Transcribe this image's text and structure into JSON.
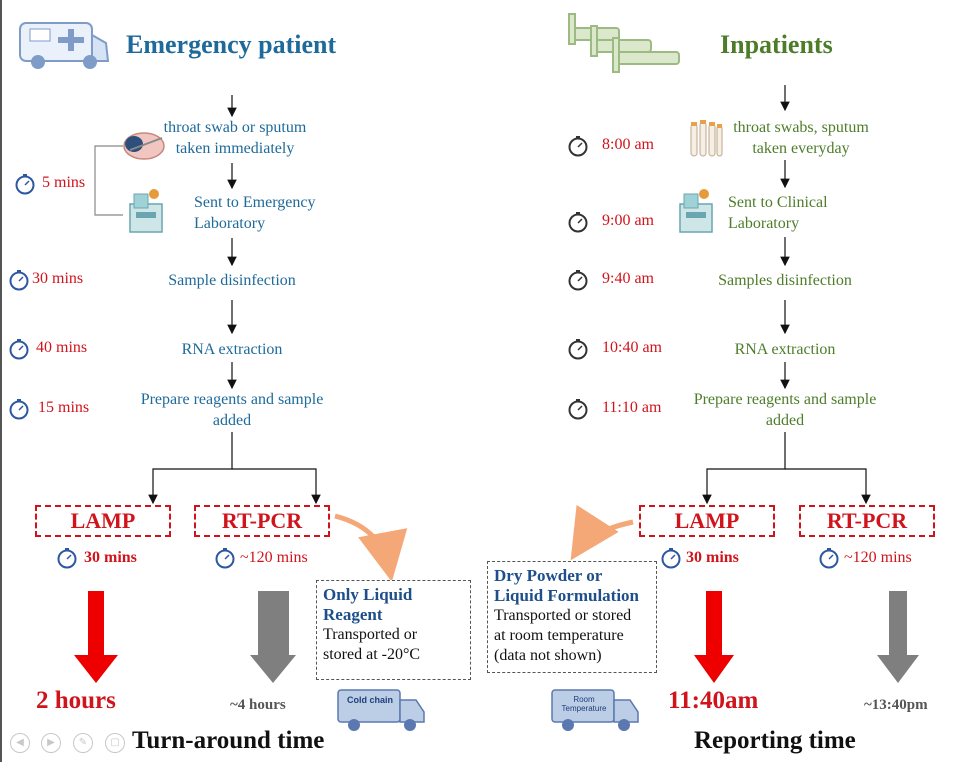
{
  "left": {
    "title": "Emergency patient",
    "steps": [
      "throat swab or sputum\ntaken immediately",
      "Sent to Emergency\nLaboratory",
      "Sample disinfection",
      "RNA extraction",
      "Prepare reagents and sample\nadded"
    ],
    "times": [
      "5 mins",
      "30 mins",
      "40 mins",
      "15 mins"
    ],
    "lamp_label": "LAMP",
    "rtpcr_label": "RT-PCR",
    "lamp_time": "30 mins",
    "rtpcr_time": "~120 mins",
    "reagent_head": "Only Liquid\nReagent",
    "reagent_body": "Transported or\nstored at -20°C",
    "truck_label": "Cold chain",
    "lamp_result": "2 hours",
    "rtpcr_result": "~4 hours",
    "bottom_title": "Turn-around time"
  },
  "right": {
    "title": "Inpatients",
    "steps": [
      "throat swabs, sputum\ntaken everyday",
      "Sent to Clinical\nLaboratory",
      "Samples disinfection",
      "RNA extraction",
      "Prepare reagents and sample\nadded"
    ],
    "times": [
      "8:00 am",
      "9:00 am",
      "9:40 am",
      "10:40 am",
      "11:10 am"
    ],
    "lamp_label": "LAMP",
    "rtpcr_label": "RT-PCR",
    "lamp_time": "30 mins",
    "rtpcr_time": "~120 mins",
    "reagent_head": "Dry Powder or\nLiquid Formulation",
    "reagent_body": "Transported or stored\nat room temperature\n(data not shown)",
    "truck_label": "Room\nTemperature",
    "lamp_result": "11:40am",
    "rtpcr_result": "~13:40pm",
    "bottom_title": "Reporting time"
  },
  "colors": {
    "left_text": "#1e6a9a",
    "right_text": "#4e7d2a",
    "time_red": "#d0141c",
    "lamp_arrow": "#ee0000",
    "rtpcr_arrow": "#7f7f7f",
    "curved_arrow": "#f4a878"
  },
  "icons": [
    "ambulance-icon",
    "hospital-beds-icon",
    "stopwatch-icon",
    "throat-swab-icon",
    "lab-machine-icon",
    "test-tubes-icon",
    "truck-icon"
  ]
}
